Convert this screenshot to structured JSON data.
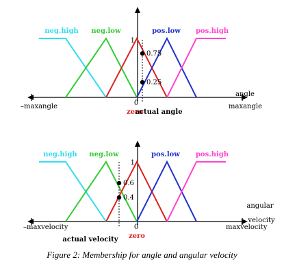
{
  "caption": "Figure 2: Membership for angle and angular velocity",
  "colors": {
    "neg_high": "#33ddee",
    "neg_low": "#33cc33",
    "zero": "#dd2222",
    "pos_low": "#2233cc",
    "pos_high": "#ff44cc",
    "axis": "#000000"
  },
  "charts": [
    {
      "id": "angle",
      "sets": [
        {
          "key": "neg_high",
          "label": "neg.high"
        },
        {
          "key": "neg_low",
          "label": "neg.low"
        },
        {
          "key": "zero",
          "label": "zero"
        },
        {
          "key": "pos_low",
          "label": "pos.low"
        },
        {
          "key": "pos_high",
          "label": "pos.high"
        }
      ],
      "y_max_label": "1",
      "origin_label": "0",
      "x_min_label": "–maxangle",
      "x_max_label": "maxangle",
      "axis_label_lines": [
        "angle"
      ],
      "zero_label": "zero",
      "crisp_label": "actual angle",
      "values": [
        {
          "value": 0.75,
          "label": "0.75"
        },
        {
          "value": 0.25,
          "label": "0.25"
        }
      ]
    },
    {
      "id": "velocity",
      "sets": [
        {
          "key": "neg_high",
          "label": "neg.high"
        },
        {
          "key": "neg_low",
          "label": "neg.low"
        },
        {
          "key": "zero",
          "label": "zero"
        },
        {
          "key": "pos_low",
          "label": "pos.low"
        },
        {
          "key": "pos_high",
          "label": "pos.high"
        }
      ],
      "y_max_label": "1",
      "origin_label": "0",
      "x_min_label": "–maxvelocity",
      "x_max_label": "maxvelocity",
      "axis_label_lines": [
        "angular",
        "velocity"
      ],
      "zero_label": "zero",
      "crisp_label": "actual velocity",
      "values": [
        {
          "value": 0.6,
          "label": "0.6"
        },
        {
          "value": 0.4,
          "label": "0.4"
        }
      ]
    }
  ]
}
